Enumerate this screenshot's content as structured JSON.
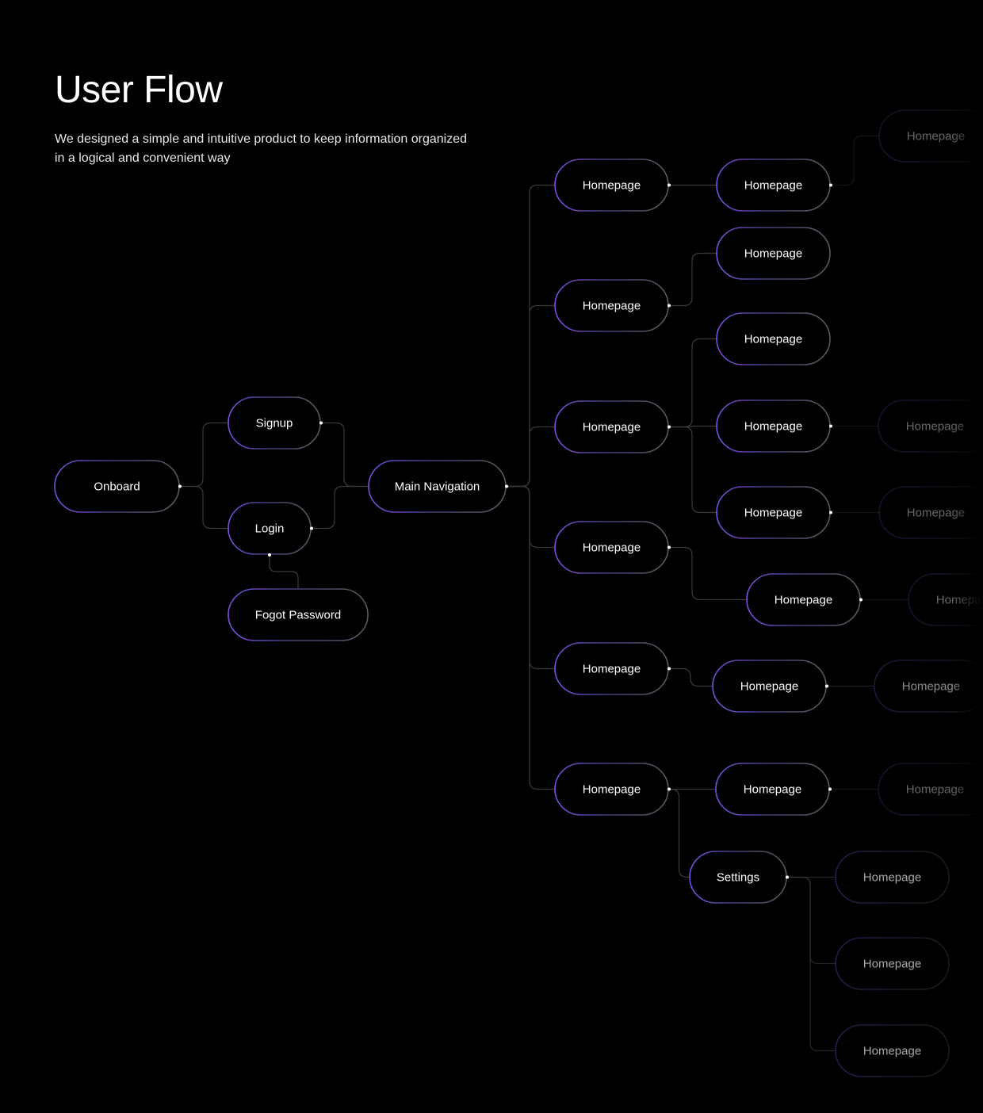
{
  "header": {
    "title": "User Flow",
    "subtitle": "We designed a simple and intuitive product to keep information organized in a logical and convenient way"
  },
  "colors": {
    "background": "#000000",
    "accent": "#7b4fe0",
    "border": "#5a5a5a",
    "connector": "#3a3a3a",
    "text": "#ffffff"
  },
  "flow": {
    "nodes": [
      {
        "id": "onboard",
        "label": "Onboard"
      },
      {
        "id": "signup",
        "label": "Signup"
      },
      {
        "id": "login",
        "label": "Login"
      },
      {
        "id": "forgot",
        "label": "Fogot Password"
      },
      {
        "id": "main-nav",
        "label": "Main Navigation"
      },
      {
        "id": "hp1",
        "label": "Homepage"
      },
      {
        "id": "hp2",
        "label": "Homepage"
      },
      {
        "id": "hp3",
        "label": "Homepage"
      },
      {
        "id": "hp4",
        "label": "Homepage"
      },
      {
        "id": "hp5",
        "label": "Homepage"
      },
      {
        "id": "hp6",
        "label": "Homepage"
      },
      {
        "id": "hp1a",
        "label": "Homepage"
      },
      {
        "id": "hp1a1",
        "label": "Homepage"
      },
      {
        "id": "hp2a",
        "label": "Homepage"
      },
      {
        "id": "hp3a",
        "label": "Homepage"
      },
      {
        "id": "hp3b",
        "label": "Homepage"
      },
      {
        "id": "hp3b1",
        "label": "Homepage"
      },
      {
        "id": "hp3c",
        "label": "Homepage"
      },
      {
        "id": "hp3c1",
        "label": "Homepage"
      },
      {
        "id": "hp4a",
        "label": "Homepage"
      },
      {
        "id": "hp4a1",
        "label": "Homepage"
      },
      {
        "id": "hp5a",
        "label": "Homepage"
      },
      {
        "id": "hp5a1",
        "label": "Homepage"
      },
      {
        "id": "hp6a",
        "label": "Homepage"
      },
      {
        "id": "hp6a1",
        "label": "Homepage"
      },
      {
        "id": "settings",
        "label": "Settings"
      },
      {
        "id": "set1",
        "label": "Homepage"
      },
      {
        "id": "set2",
        "label": "Homepage"
      },
      {
        "id": "set3",
        "label": "Homepage"
      }
    ],
    "edges": [
      [
        "onboard",
        "signup"
      ],
      [
        "onboard",
        "login"
      ],
      [
        "signup",
        "main-nav"
      ],
      [
        "login",
        "main-nav"
      ],
      [
        "login",
        "forgot"
      ],
      [
        "main-nav",
        "hp1"
      ],
      [
        "main-nav",
        "hp2"
      ],
      [
        "main-nav",
        "hp3"
      ],
      [
        "main-nav",
        "hp4"
      ],
      [
        "main-nav",
        "hp5"
      ],
      [
        "main-nav",
        "hp6"
      ],
      [
        "hp1",
        "hp1a"
      ],
      [
        "hp1a",
        "hp1a1"
      ],
      [
        "hp2",
        "hp2a"
      ],
      [
        "hp3",
        "hp3a"
      ],
      [
        "hp3",
        "hp3b"
      ],
      [
        "hp3",
        "hp3c"
      ],
      [
        "hp3b",
        "hp3b1"
      ],
      [
        "hp3c",
        "hp3c1"
      ],
      [
        "hp4",
        "hp4a"
      ],
      [
        "hp4a",
        "hp4a1"
      ],
      [
        "hp5",
        "hp5a"
      ],
      [
        "hp5a",
        "hp5a1"
      ],
      [
        "hp6",
        "hp6a"
      ],
      [
        "hp6a",
        "hp6a1"
      ],
      [
        "hp6",
        "settings"
      ],
      [
        "settings",
        "set1"
      ],
      [
        "settings",
        "set2"
      ],
      [
        "settings",
        "set3"
      ]
    ]
  }
}
